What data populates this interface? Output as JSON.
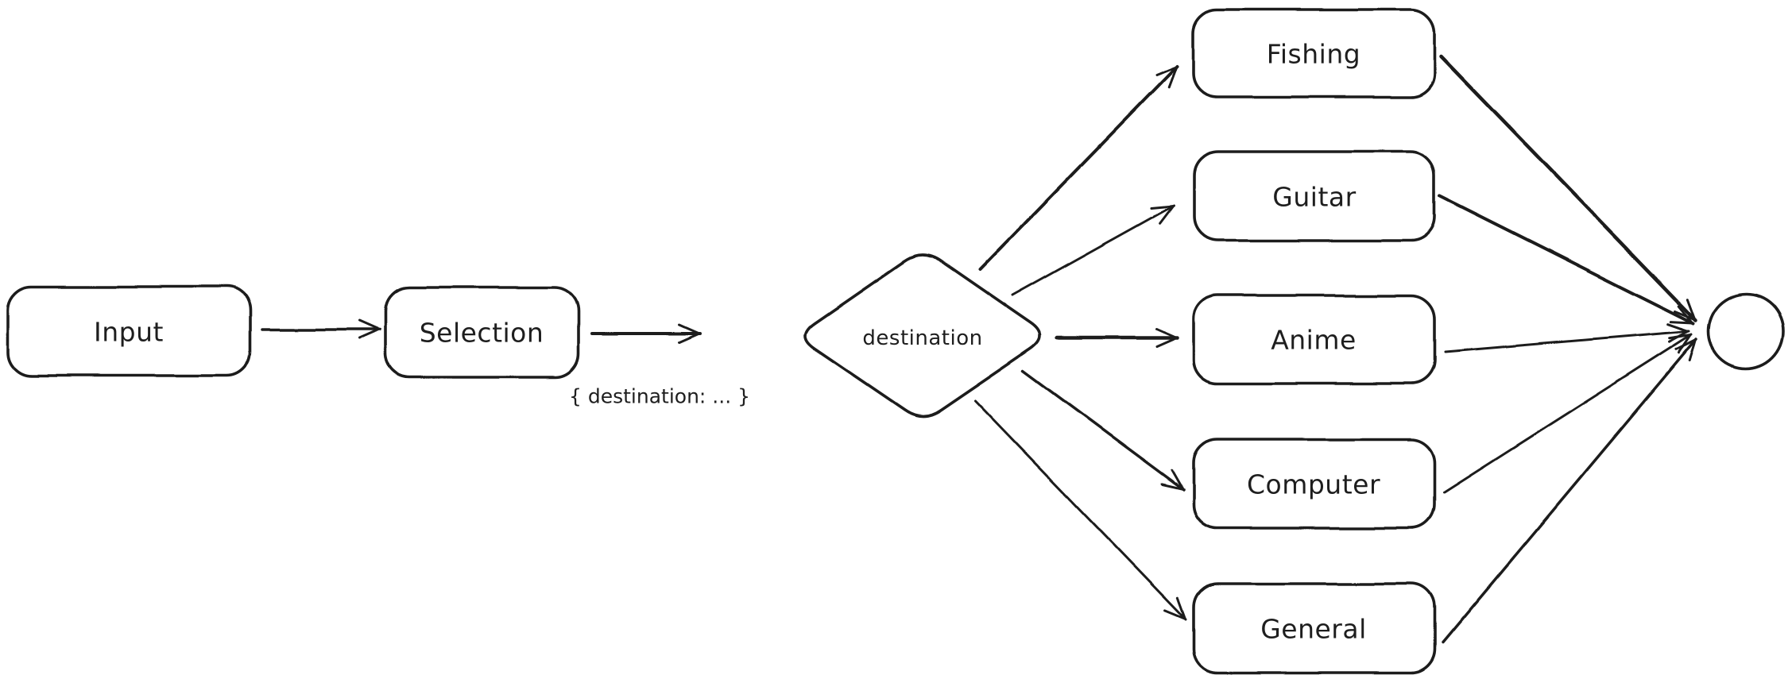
{
  "diagram": {
    "background": "#ffffff",
    "stroke": "#1e1e1e",
    "nodes": {
      "input": "Input",
      "selection": "Selection",
      "destination": "destination",
      "fishing": "Fishing",
      "guitar": "Guitar",
      "anime": "Anime",
      "computer": "Computer",
      "general": "General"
    },
    "edge_label": "{ destination: ... }"
  }
}
